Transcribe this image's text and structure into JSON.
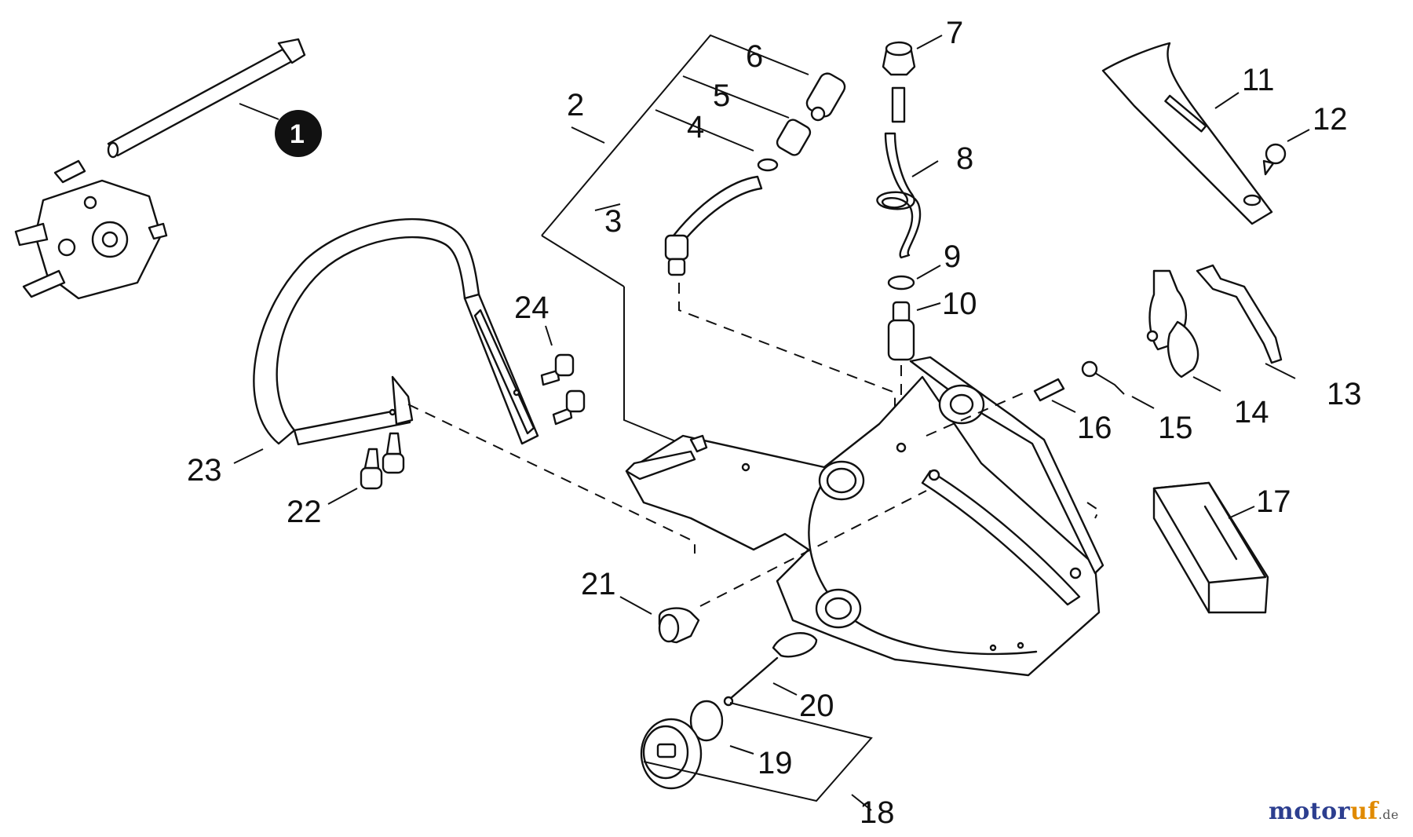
{
  "labels": {
    "l1": "1",
    "l2": "2",
    "l3": "3",
    "l4": "4",
    "l5": "5",
    "l6": "6",
    "l7": "7",
    "l8": "8",
    "l9": "9",
    "l10": "10",
    "l11": "11",
    "l12": "12",
    "l13": "13",
    "l14": "14",
    "l15": "15",
    "l16": "16",
    "l17": "17",
    "l18": "18",
    "l19": "19",
    "l20": "20",
    "l21": "21",
    "l22": "22",
    "l23": "23",
    "l24": "24"
  },
  "watermark": {
    "brand_a": "motor",
    "brand_b": "uf",
    "tld": ".de"
  },
  "colors": {
    "line": "#111111",
    "badge": "#111111",
    "watermark": "#2c3e8f",
    "watermark_accent": "#e08a00"
  }
}
